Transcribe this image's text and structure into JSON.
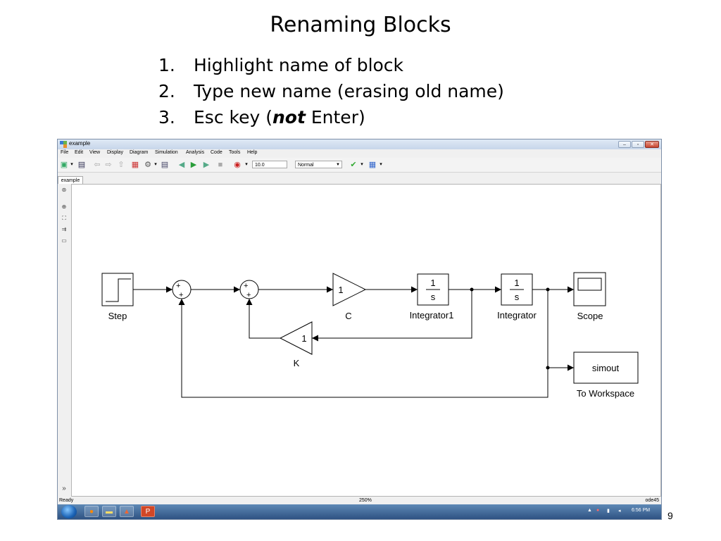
{
  "slide": {
    "title": "Renaming Blocks",
    "steps": [
      {
        "number": "1.",
        "text": "Highlight name of block"
      },
      {
        "number": "2.",
        "text": "Type new name (erasing old name)"
      },
      {
        "number": "3.",
        "pre": "Esc key (",
        "emph": "not",
        "post": " Enter)"
      }
    ],
    "page_number": "9"
  },
  "window": {
    "title": "example",
    "menu": [
      "File",
      "Edit",
      "View",
      "Display",
      "Diagram",
      "Simulation",
      "Analysis",
      "Code",
      "Tools",
      "Help"
    ],
    "toolbar": {
      "stop_time": "10.0",
      "sim_mode": "Normal"
    },
    "tab": "example",
    "status": {
      "state": "Ready",
      "zoom": "250%",
      "solver": "ode45"
    },
    "taskbar": {
      "clock": "6:56 PM"
    }
  },
  "diagram": {
    "blocks": {
      "step": "Step",
      "gain_c": {
        "value": "1",
        "name": "C"
      },
      "gain_k": {
        "value": "1",
        "name": "K"
      },
      "integrator1": {
        "num": "1",
        "den": "s",
        "name": "Integrator1"
      },
      "integrator": {
        "num": "1",
        "den": "s",
        "name": "Integrator"
      },
      "scope": "Scope",
      "to_workspace": {
        "var": "simout",
        "name": "To Workspace"
      }
    },
    "sum_signs": "++"
  },
  "colors": {
    "titlebar": "#c7d6ea",
    "taskbar": "#2e5282",
    "canvas": "#ffffff"
  }
}
